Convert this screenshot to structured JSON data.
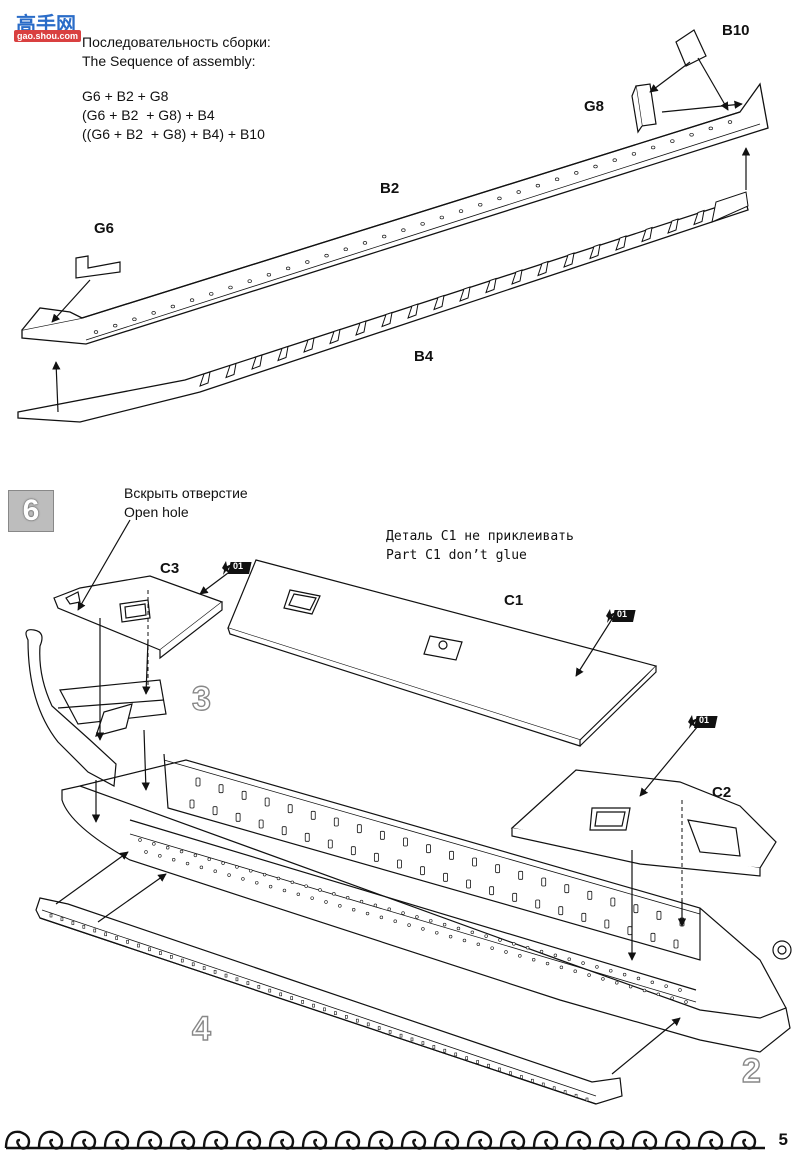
{
  "logo": {
    "text": "高手网",
    "subtext": "gao.shou.com"
  },
  "sequence": {
    "title_ru": "Последовательность сборки:",
    "title_en": "The Sequence of assembly:",
    "lines": [
      "G6 + B2 + G8",
      "(G6 + B2  + G8) + B4",
      "((G6 + B2  + G8) + B4) + B10"
    ]
  },
  "parts_top": {
    "b10": "B10",
    "g8": "G8",
    "b2": "B2",
    "g6": "G6",
    "b4": "B4"
  },
  "step": {
    "number": "6",
    "open_hole_ru": "Вскрыть отверстие",
    "open_hole_en": "Open hole",
    "c1_note_ru": "Деталь C1 не приклеивать",
    "c1_note_en": "Part C1 don’t glue",
    "c3": "C3",
    "c1": "C1",
    "c2": "C2",
    "star_label": "01",
    "sub_3": "3",
    "sub_4": "4",
    "sub_2": "2"
  },
  "page_number": "5"
}
